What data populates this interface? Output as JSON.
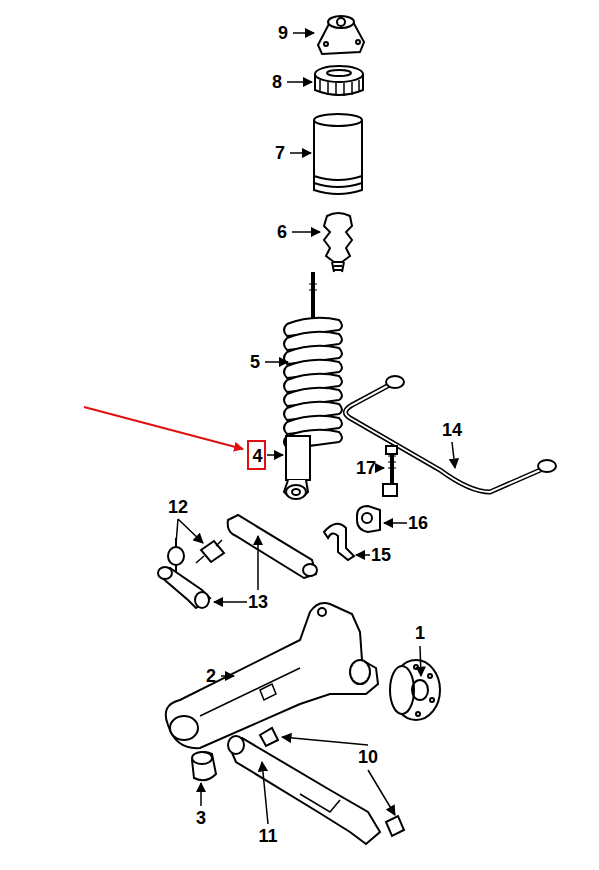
{
  "diagram": {
    "nodes": [
      {
        "text": [
          "4"
        ]
      }
    ],
    "labels": [
      "9",
      "8",
      "7",
      "6",
      "5",
      "14",
      "17",
      "16",
      "12",
      "15",
      "13",
      "1",
      "2",
      "10",
      "3",
      "11"
    ]
  }
}
